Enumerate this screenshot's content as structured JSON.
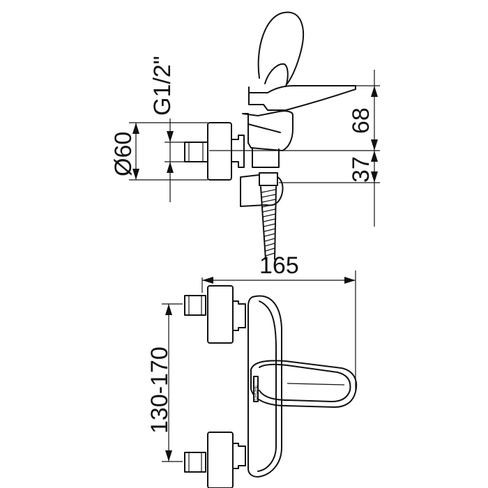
{
  "dimensions": {
    "thread": "G1/2\"",
    "diameter": "Ø60",
    "height_handle": "68",
    "height_outlet": "37",
    "width": "165",
    "spacing": "130-170"
  },
  "brand_text": "GROHE"
}
